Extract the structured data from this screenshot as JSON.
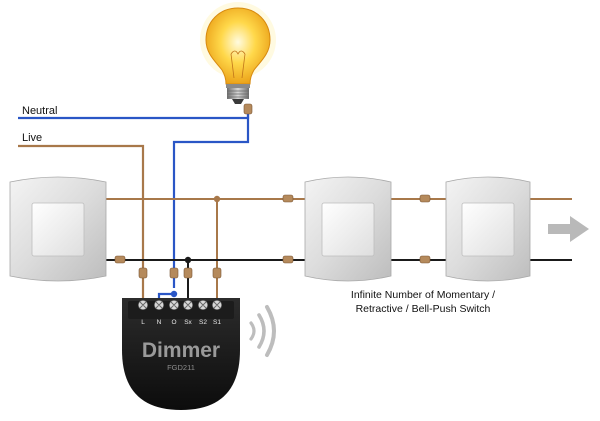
{
  "labels": {
    "neutral": "Neutral",
    "live": "Live"
  },
  "dimmer": {
    "brand": "Dimmer",
    "model": "FGD211",
    "terminals": [
      "L",
      "N",
      "O",
      "Sx",
      "S2",
      "S1"
    ]
  },
  "caption": {
    "line1": "Infinite Number of Momentary /",
    "line2": "Retractive / Bell-Push Switch"
  },
  "colors": {
    "neutral_wire": "#2a56c6",
    "live_wire": "#a8784a",
    "switched_wire": "#1a1a1a"
  },
  "icons": [
    "light-bulb-icon",
    "wireless-signal-icon",
    "arrow-right-icon"
  ]
}
